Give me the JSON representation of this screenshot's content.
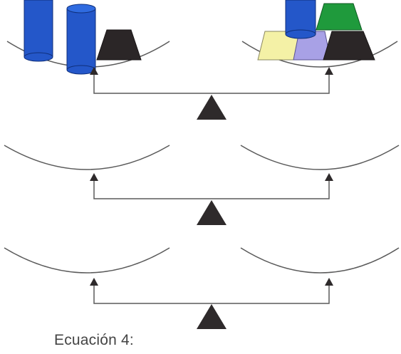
{
  "caption": "Ecuación 4:",
  "colors": {
    "line": "#5a5a5a",
    "fulcrum": "#2e2a2b",
    "cylinder_body": "#2457c9",
    "cylinder_top": "#2f6be0",
    "cylinder_edge": "#0f2f7a",
    "weight_dark": "#2b2627",
    "weight_yellow": "#f4f1a6",
    "weight_purple": "#a8a1e6",
    "weight_green": "#1f9a3c"
  },
  "balances": [
    {
      "id": "balance-1",
      "left_pan": [
        "cylinder",
        "cylinder",
        "dark-weight"
      ],
      "right_pan": [
        "cylinder",
        "green-weight",
        "yellow-weight",
        "purple-weight",
        "dark-weight"
      ]
    },
    {
      "id": "balance-2",
      "left_pan": [],
      "right_pan": []
    },
    {
      "id": "balance-3",
      "left_pan": [],
      "right_pan": []
    }
  ]
}
